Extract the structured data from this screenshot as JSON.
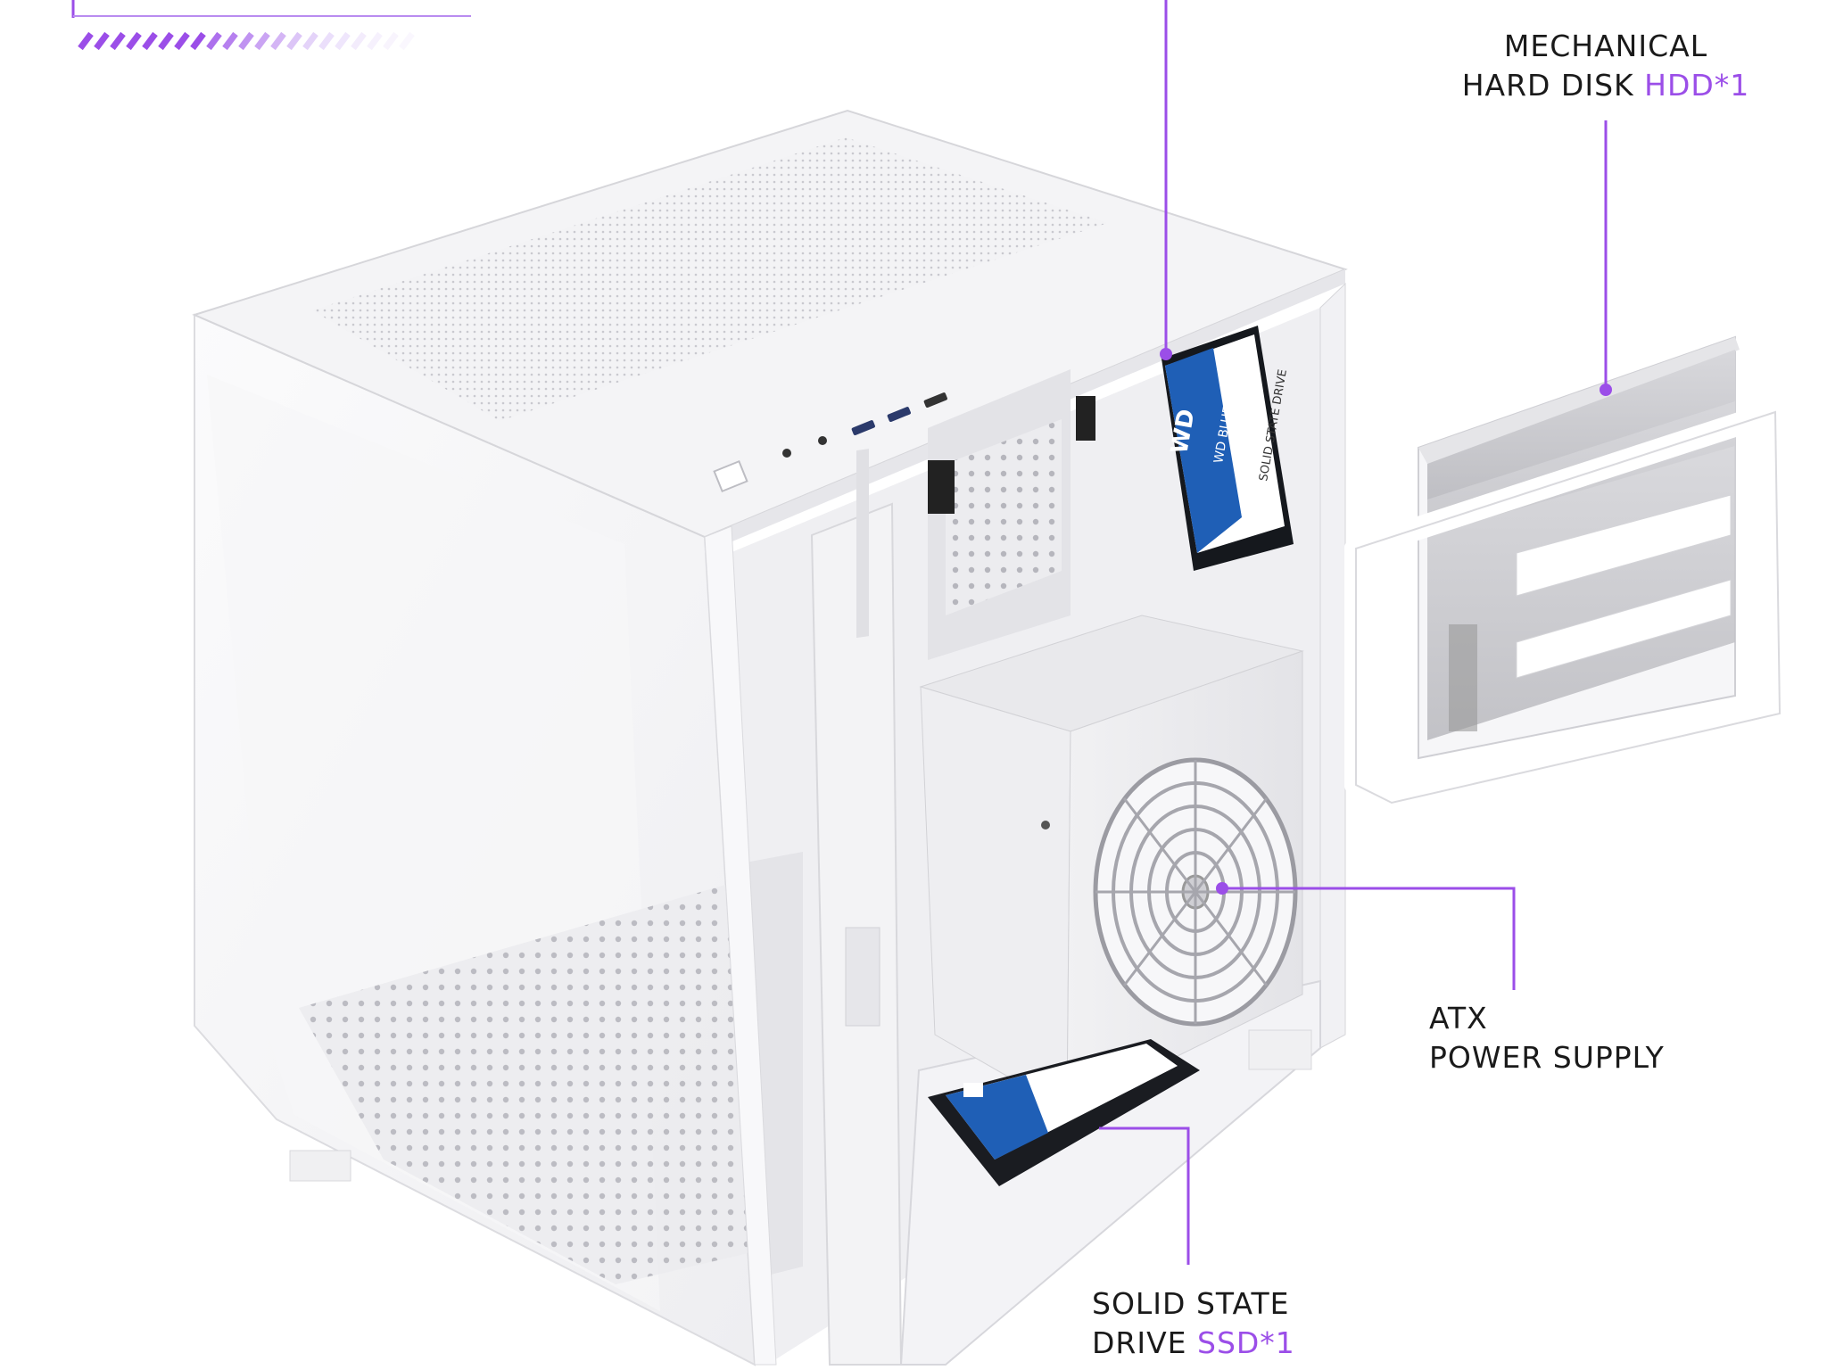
{
  "colors": {
    "accent": "#9b4ee8",
    "label_text": "#1a1a1a",
    "case_white": "#f7f7f8",
    "ssd_blue": "#1f5fb6"
  },
  "labels": {
    "hdd": {
      "line1": "MECHANICAL",
      "line2_prefix": "HARD DISK ",
      "line2_accent": "HDD*1"
    },
    "psu": {
      "line1": "ATX",
      "line2": "POWER SUPPLY"
    },
    "ssd": {
      "line1": "SOLID STATE",
      "line2_prefix": "DRIVE ",
      "line2_accent": "SSD*1"
    }
  },
  "printed_on_parts": {
    "ssd_brand": "WD",
    "ssd_series": "WD BLUE",
    "ssd_type": "SOLID STATE DRIVE"
  }
}
